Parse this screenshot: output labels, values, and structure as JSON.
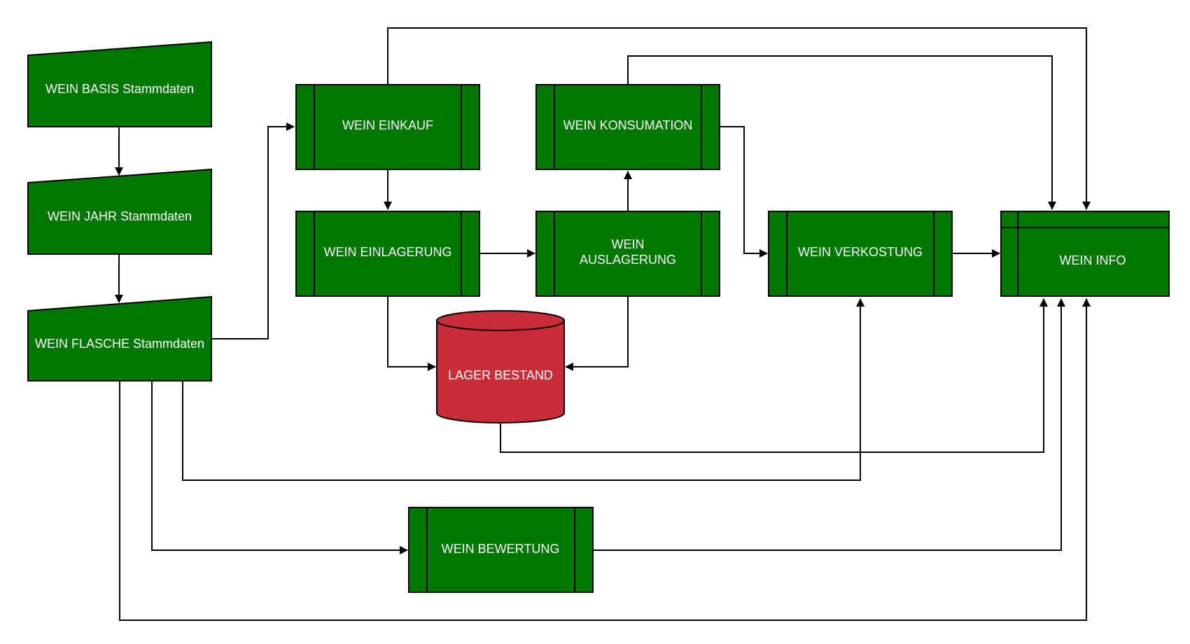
{
  "colors": {
    "node_fill": "#007700",
    "cylinder_fill": "#c92d39",
    "stroke": "#000000",
    "text": "#ffffff"
  },
  "nodes": {
    "wein_basis": {
      "label": "WEIN BASIS Stammdaten",
      "shape": "manual-input"
    },
    "wein_jahr": {
      "label": "WEIN JAHR Stammdaten",
      "shape": "manual-input"
    },
    "wein_flasche": {
      "label": "WEIN FLASCHE Stammdaten",
      "shape": "manual-input"
    },
    "wein_einkauf": {
      "label": "WEIN EINKAUF",
      "shape": "predefined-process"
    },
    "wein_einlagerung": {
      "label": "WEIN EINLAGERUNG",
      "shape": "predefined-process"
    },
    "wein_konsumation": {
      "label": "WEIN KONSUMATION",
      "shape": "predefined-process"
    },
    "wein_auslagerung": {
      "label_line1": "WEIN",
      "label_line2": "AUSLAGERUNG",
      "shape": "predefined-process"
    },
    "lager_bestand": {
      "label": "LAGER BESTAND",
      "shape": "database"
    },
    "wein_verkostung": {
      "label": "WEIN VERKOSTUNG",
      "shape": "predefined-process"
    },
    "wein_info": {
      "label": "WEIN INFO",
      "shape": "internal-storage"
    },
    "wein_bewertung": {
      "label": "WEIN BEWERTUNG",
      "shape": "predefined-process"
    }
  },
  "edges": [
    {
      "from": "wein_basis",
      "to": "wein_jahr"
    },
    {
      "from": "wein_jahr",
      "to": "wein_flasche"
    },
    {
      "from": "wein_flasche",
      "to": "wein_einkauf"
    },
    {
      "from": "wein_flasche",
      "to": "wein_verkostung"
    },
    {
      "from": "wein_flasche",
      "to": "wein_bewertung"
    },
    {
      "from": "wein_flasche",
      "to": "wein_info"
    },
    {
      "from": "wein_einkauf",
      "to": "wein_einlagerung"
    },
    {
      "from": "wein_einkauf",
      "to": "wein_info"
    },
    {
      "from": "wein_einlagerung",
      "to": "wein_auslagerung"
    },
    {
      "from": "wein_einlagerung",
      "to": "lager_bestand"
    },
    {
      "from": "wein_auslagerung",
      "to": "wein_konsumation"
    },
    {
      "from": "wein_auslagerung",
      "to": "lager_bestand"
    },
    {
      "from": "wein_konsumation",
      "to": "wein_verkostung"
    },
    {
      "from": "wein_konsumation",
      "to": "wein_info"
    },
    {
      "from": "lager_bestand",
      "to": "wein_info"
    },
    {
      "from": "wein_verkostung",
      "to": "wein_info"
    },
    {
      "from": "wein_bewertung",
      "to": "wein_info"
    }
  ]
}
